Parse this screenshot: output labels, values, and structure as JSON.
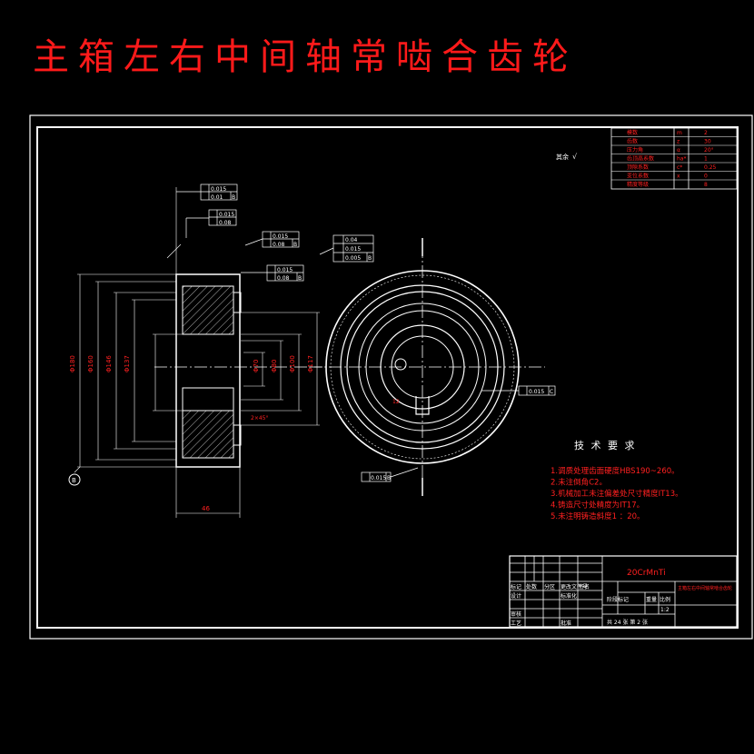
{
  "title": "主箱左右中间轴常啮合齿轮",
  "material": "20CrMnTi",
  "part_name": "主箱左右中间轴常啮合齿轮",
  "surface_finish_note": "其余",
  "tech_req": {
    "heading": "技 术 要 求",
    "items": [
      "1.调质处理齿面硬度HBS190~260。",
      "2.未注倒角C2。",
      "3.机械加工未注偏差处尺寸精度IT13。",
      "4.铸造尺寸处精度为IT17。",
      "5.未注明铸造斜度1 ：20。"
    ]
  },
  "param_table": [
    [
      "模数",
      "m",
      "2"
    ],
    [
      "齿数",
      "z",
      "30"
    ],
    [
      "压力角",
      "α",
      "20°"
    ],
    [
      "齿顶高系数",
      "ha*",
      "1"
    ],
    [
      "顶隙系数",
      "c*",
      "0.25"
    ],
    [
      "变位系数",
      "x",
      "0"
    ],
    [
      "精度等级",
      "",
      "8"
    ]
  ],
  "tolerances": {
    "fcf1_val": "0.015",
    "fcf1_val2": "0.01",
    "fcf1_ref": "B",
    "fcf2_val": "0.015",
    "fcf2_val2": "0.08",
    "fcf3_val": "0.015",
    "fcf3_val2": "0.08",
    "fcf3_ref": "B",
    "fcf4_val": "0.015",
    "fcf4_val2": "0.08",
    "fcf4_ref": "B",
    "fcf5_val1": "0.04",
    "fcf5_val2": "0.015",
    "fcf5_val3": "0.005",
    "fcf5_ref": "B",
    "sym_val": "0.015",
    "sym_ref": "C",
    "runout_val": "0.015",
    "runout_ref": "B"
  },
  "datum_b": "B",
  "dims": {
    "d1": "Φ180",
    "d2": "Φ160",
    "d3": "Φ146",
    "d4": "Φ137",
    "d5": "Φ80",
    "d6": "Φ70",
    "d7": "Φ117",
    "d8": "Φ100",
    "width": "46",
    "chamfer": "2×45°",
    "keyway": "12"
  },
  "title_block": {
    "labels_left": [
      "标记",
      "处数",
      "分区",
      "更改文件号",
      "签名",
      "年月日"
    ],
    "designer": "设计",
    "standard": "标准化",
    "checker": "审核",
    "process": "工艺",
    "approve": "批准",
    "stage_label": "阶段标记",
    "weight_label": "重量",
    "scale_label": "比例",
    "scale": "1:2",
    "sheets": "共 24 张 第 2 张"
  }
}
